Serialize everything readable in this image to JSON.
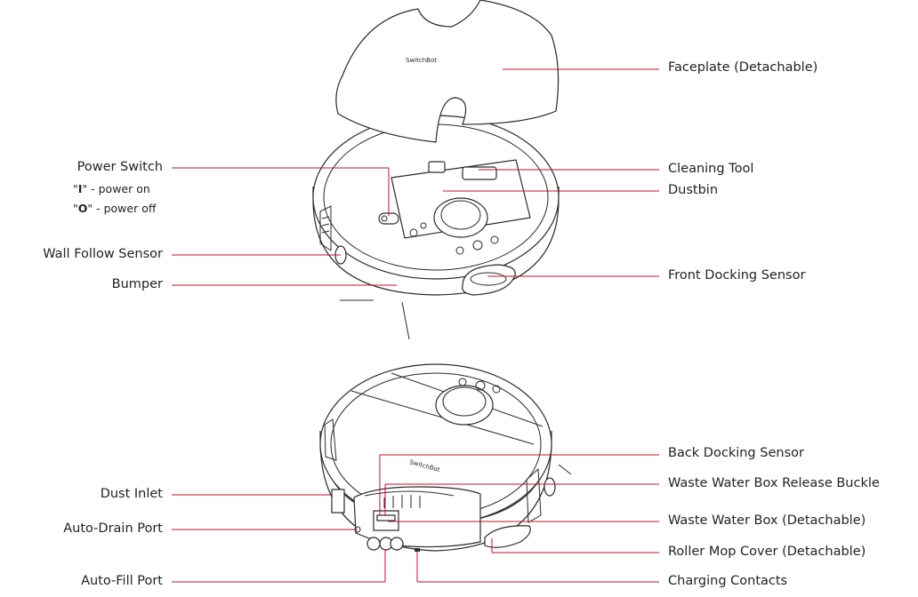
{
  "labels": {
    "faceplate": "Faceplate (Detachable)",
    "power_switch": "Power Switch",
    "power_on_sym": "I",
    "power_on_text": " - power on",
    "power_off_sym": "O",
    "power_off_text": " - power off",
    "cleaning_tool": "Cleaning Tool",
    "dustbin": "Dustbin",
    "wall_follow_sensor": "Wall Follow Sensor",
    "bumper": "Bumper",
    "front_docking_sensor": "Front Docking Sensor",
    "back_docking_sensor": "Back Docking Sensor",
    "waste_water_box_release_buckle": "Waste Water Box Release Buckle",
    "dust_inlet": "Dust Inlet",
    "waste_water_box": "Waste Water Box (Detachable)",
    "auto_drain_port": "Auto-Drain Port",
    "roller_mop_cover": "Roller Mop Cover (Detachable)",
    "auto_fill_port": "Auto-Fill Port",
    "charging_contacts": "Charging Contacts"
  },
  "brand_text": "SwitchBot",
  "colors": {
    "leader": "#c8102e",
    "ink": "#2a2a2a",
    "background": "#ffffff"
  }
}
